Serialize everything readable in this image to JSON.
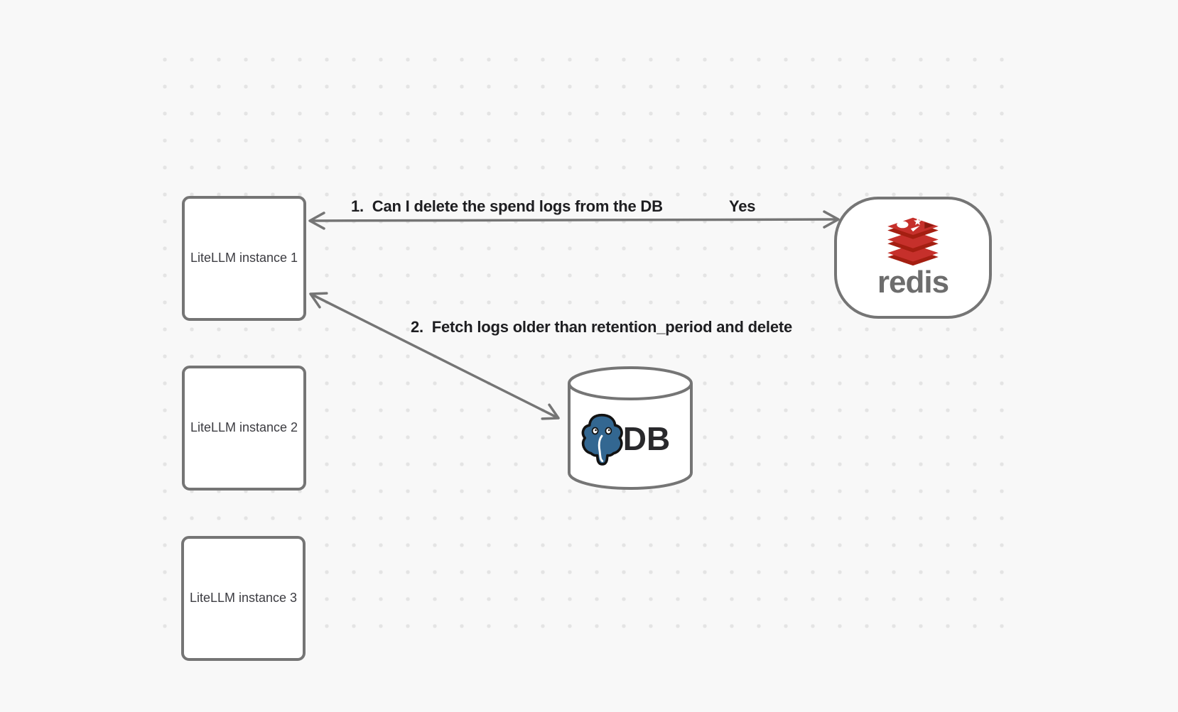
{
  "nodes": {
    "instance1": "LiteLLM instance 1",
    "instance2": "LiteLLM instance 2",
    "instance3": "LiteLLM instance 3",
    "redis_wordmark": "redis",
    "db_label": "DB"
  },
  "edges": {
    "edge1_label": "1.  Can I delete the spend logs from the DB",
    "edge1_response": "Yes",
    "edge2_label": "2.  Fetch logs older than retention_period and delete"
  },
  "icons": {
    "redis": "redis-logo-icon",
    "postgres": "postgresql-elephant-icon",
    "database": "database-cylinder-icon"
  },
  "colors": {
    "background": "#f8f8f8",
    "dot": "#e4e4e4",
    "stroke": "#757575",
    "node_fill": "#ffffff",
    "node_text": "#3c3c41",
    "edge_label_text": "#1e1e21",
    "redis_red": "#c6302b",
    "redis_red_dark": "#a41e11",
    "redis_red_accent": "#8c1a10",
    "redis_gray": "#6d6d6d",
    "postgres_blue": "#336791",
    "postgres_outline": "#121212",
    "db_text": "#29292c"
  }
}
